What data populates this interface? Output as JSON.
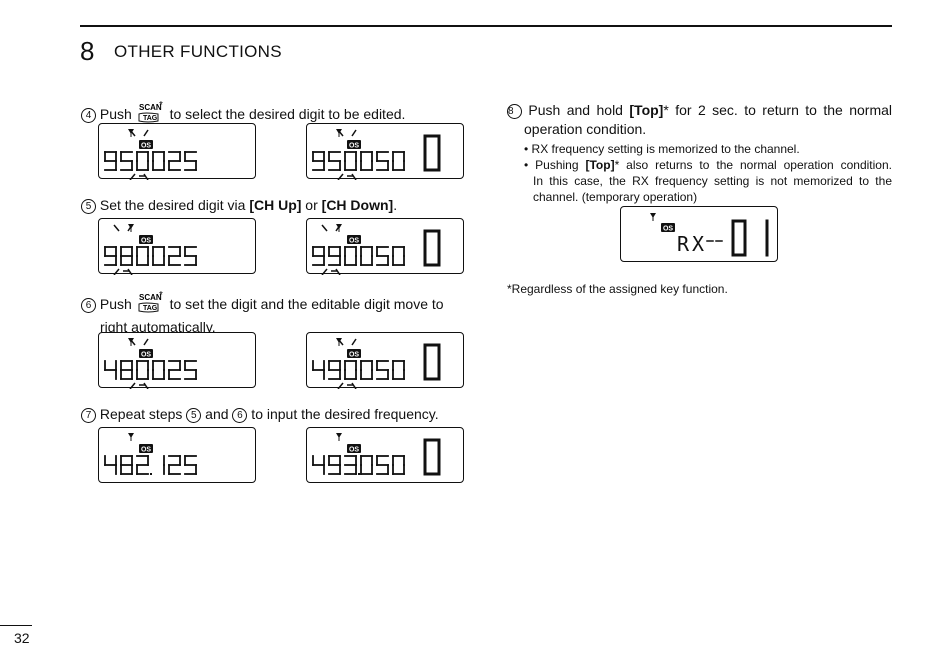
{
  "header": {
    "section_number": "8",
    "section_title": "OTHER FUNCTIONS"
  },
  "steps": {
    "s4": {
      "num": "4",
      "pre": "Push",
      "post": "to select the desired digit to be edited."
    },
    "s5": {
      "num": "5",
      "pre": "Set the desired digit via ",
      "key1": "[CH Up]",
      "mid": " or ",
      "key2": "[CH Down]",
      "post": "."
    },
    "s6": {
      "num": "6",
      "pre": "Push",
      "post": "to set the digit and the editable digit move to",
      "line2": "right automatically."
    },
    "s7": {
      "num": "7",
      "pre": "Repeat steps ",
      "ref1": "5",
      "mid": " and ",
      "ref2": "6",
      "post": " to input the desired frequency."
    },
    "s8": {
      "num": "8",
      "pre": "Push and hold ",
      "key": "[Top]",
      "post": "* for 2 sec. to return to the normal",
      "line2": "operation condition."
    }
  },
  "key_icon": {
    "top": "SCAN",
    "bottom": "TAG",
    "star": "*"
  },
  "bullets": [
    {
      "text": "RX frequency setting is memorized to the channel."
    },
    {
      "pre": "Pushing ",
      "key": "[Top]",
      "post": "* also returns to the normal operation condition.",
      "line2": "In this case, the RX frequency setting is not memorized to the",
      "line3": "channel. (temporary operation)"
    }
  ],
  "displays": {
    "d4a": {
      "digits": "950025",
      "os": "OS"
    },
    "d4b": {
      "digits": "950050",
      "channel": "0",
      "os": "OS"
    },
    "d5a": {
      "digits": "980025",
      "os": "OS"
    },
    "d5b": {
      "digits": "990050",
      "channel": "0",
      "os": "OS"
    },
    "d6a": {
      "digits": "480025",
      "os": "OS"
    },
    "d6b": {
      "digits": "490050",
      "channel": "0",
      "os": "OS"
    },
    "d7a": {
      "digits": "482.125",
      "os": "OS"
    },
    "d7b": {
      "digits": "493.050",
      "channel": "0",
      "os": "OS"
    },
    "d8": {
      "text": "RX--",
      "channel": "01",
      "os": "OS"
    }
  },
  "footnote": "*Regardless of the assigned key function.",
  "page_number": "32"
}
